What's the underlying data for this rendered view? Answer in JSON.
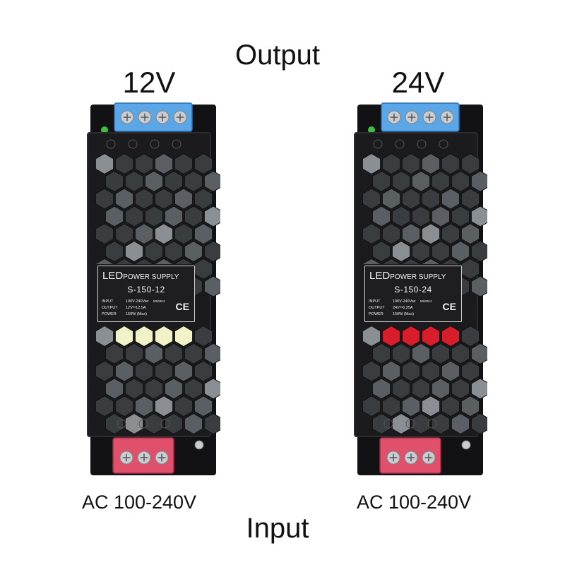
{
  "captions": {
    "output": "Output",
    "input": "Input"
  },
  "units": [
    {
      "voltage_heading": "12V",
      "input_caption": "AC 100-240V",
      "label": {
        "brand_led": "LED",
        "brand_rest": "POWER SUPPLY",
        "model": "S-150-12",
        "input_key": "INPUT",
        "input_value": "100V-240Vac",
        "freq": "50/60Hz",
        "output_key": "OUTPUT",
        "output_value": "12V⎓12.5A",
        "power_key": "POWER",
        "power_value": "150W (Max)",
        "mark": "CE"
      },
      "indicator_color": "#3fbf3f",
      "window_accent_color": "#f2f2c8"
    },
    {
      "voltage_heading": "24V",
      "input_caption": "AC 100-240V",
      "label": {
        "brand_led": "LED",
        "brand_rest": "POWER SUPPLY",
        "model": "S-150-24",
        "input_key": "INPUT",
        "input_value": "100V-240Vac",
        "freq": "50/60Hz",
        "output_key": "OUTPUT",
        "output_value": "24V⎓6.25A",
        "power_key": "POWER",
        "power_value": "150W (Max)",
        "mark": "CE"
      },
      "indicator_color": "#3fbf3f",
      "window_accent_color": "#d81e2a"
    }
  ],
  "colors": {
    "case": "#1b1b1d",
    "case_edge": "#2c2c2f",
    "output_terminal": "#5aa6e6",
    "input_terminal": "#e0506a",
    "screw": "#c9cdd2"
  }
}
